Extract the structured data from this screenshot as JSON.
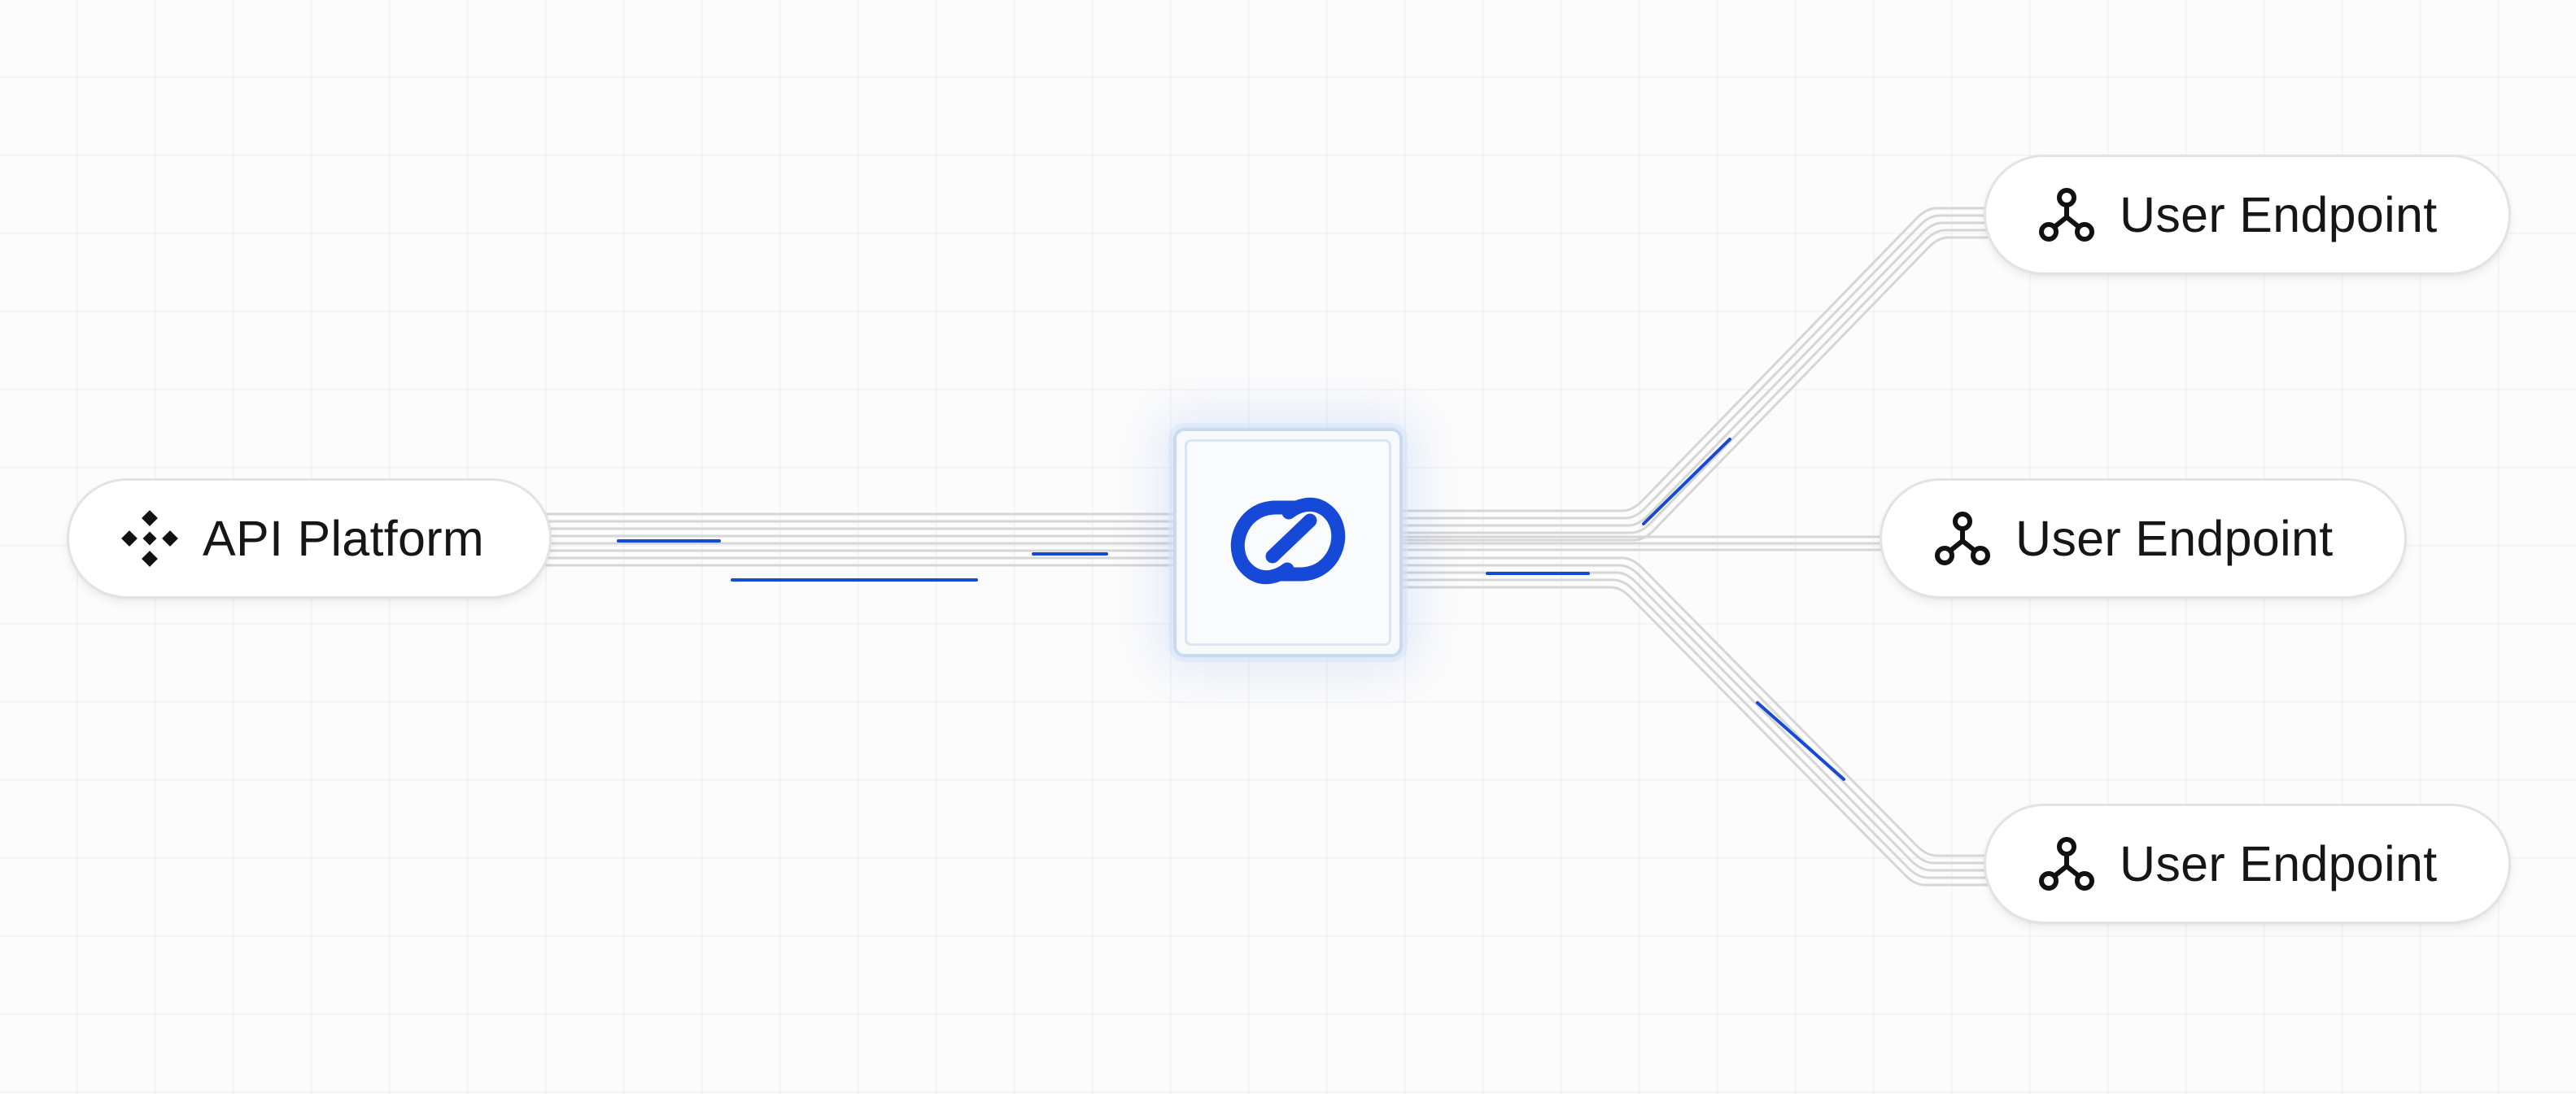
{
  "source": {
    "label": "API Platform",
    "icon": "diamond-cluster-icon"
  },
  "hub": {
    "icon": "chain-link-logo-icon"
  },
  "endpoints": [
    {
      "label": "User Endpoint",
      "icon": "webhook-icon"
    },
    {
      "label": "User Endpoint",
      "icon": "webhook-icon"
    },
    {
      "label": "User Endpoint",
      "icon": "webhook-icon"
    }
  ],
  "colors": {
    "accent": "#1749d8",
    "wire": "#d6d6d6",
    "text": "#161616",
    "node_background": "#ffffff",
    "canvas_background": "#fcfcfc"
  }
}
